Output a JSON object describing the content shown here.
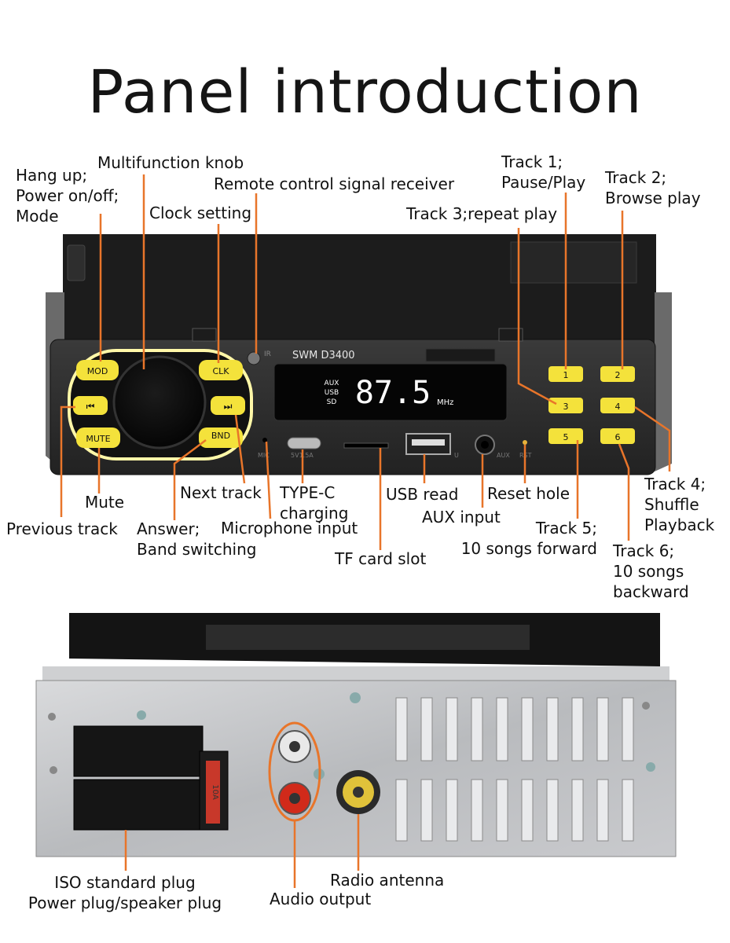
{
  "title": "Panel introduction",
  "colors": {
    "leader": "#e8752a",
    "button": "#f4e23b",
    "ring_glow": "#fff7a8",
    "display_text": "#ffffff",
    "panel": "#2b2b2b",
    "rca_red": "#d12a1a",
    "rca_white": "#e8e8e8",
    "antenna": "#e0c23a",
    "fuse": "#c8382a"
  },
  "front_panel": {
    "model": "SWM  D3400",
    "ir_tag": "IR",
    "display": {
      "sources": [
        "AUX",
        "USB",
        "SD"
      ],
      "frequency": "87.5",
      "unit": "MHz"
    },
    "left_buttons": {
      "mode": "MOD",
      "prev": "⏮",
      "mute": "MUTE",
      "clk": "CLK",
      "next": "⏭",
      "bnd": "BND"
    },
    "number_buttons": [
      "1",
      "2",
      "3",
      "4",
      "5",
      "6"
    ],
    "port_tags": {
      "mic": "MIC",
      "typec": "5V1.5A",
      "usb": "U",
      "aux": "AUX",
      "rst": "RST"
    }
  },
  "rear_panel": {
    "fuse_label": "10A"
  },
  "labels": {
    "hang_up": "Hang up;\nPower on/off;\nMode",
    "multifunction_knob": "Multifunction knob",
    "remote_receiver": "Remote control signal receiver",
    "clock_setting": "Clock setting",
    "track1": "Track 1;\nPause/Play",
    "track2": "Track 2;\nBrowse play",
    "track3": "Track 3;repeat play",
    "mute": "Mute",
    "previous_track": "Previous track",
    "next_track": "Next track",
    "answer": "Answer;\nBand switching",
    "typec": "TYPE-C\ncharging",
    "microphone": "Microphone input",
    "usb_read": "USB read",
    "aux_input": "AUX input",
    "reset_hole": "Reset hole",
    "tf_slot": "TF card slot",
    "track4": "Track 4;\nShuffle\nPlayback",
    "track5": "Track 5;\n10 songs forward",
    "track6": "Track 6;\n10 songs\nbackward",
    "iso_plug": "ISO standard plug\nPower plug/speaker plug",
    "audio_output": "Audio output",
    "radio_antenna": "Radio antenna"
  }
}
